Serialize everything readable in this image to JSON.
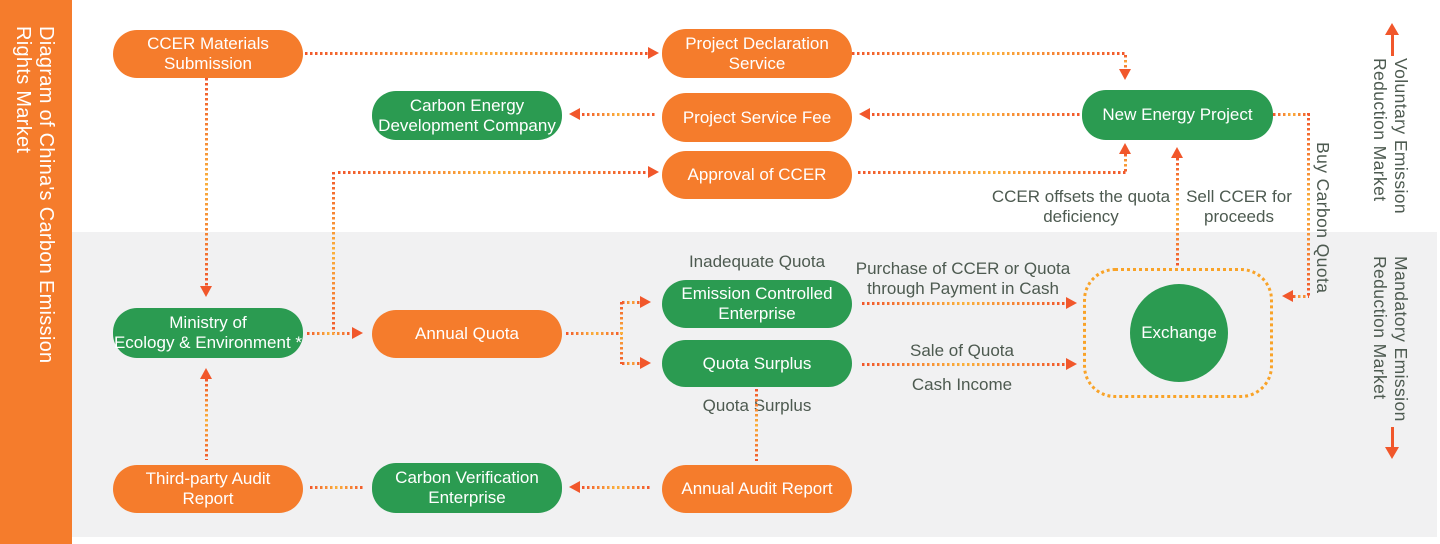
{
  "title": "Diagram of China's Carbon Emission\nRights Market",
  "markets": {
    "voluntary": "Voluntary Emission\nReduction Market",
    "mandatory": "Mandatory Emission\nReduction Market"
  },
  "nodes": {
    "ccer_materials": "CCER Materials\nSubmission",
    "project_declaration": "Project Declaration\nService",
    "carbon_energy": "Carbon Energy\nDevelopment Company",
    "project_service_fee": "Project Service Fee",
    "approval_ccer": "Approval of CCER",
    "new_energy": "New Energy Project",
    "ministry": "Ministry of\nEcology & Environment *",
    "annual_quota": "Annual Quota",
    "emission_controlled": "Emission Controlled\nEnterprise",
    "quota_surplus": "Quota Surplus",
    "third_party": "Third-party Audit\nReport",
    "carbon_verification": "Carbon Verification\nEnterprise",
    "annual_audit": "Annual Audit Report",
    "exchange": "Exchange"
  },
  "labels": {
    "inadequate_quota": "Inadequate Quota",
    "quota_surplus": "Quota Surplus",
    "purchase": "Purchase of CCER or Quota\nthrough Payment in Cash",
    "sale_of_quota": "Sale of Quota",
    "cash_income": "Cash Income",
    "ccer_offsets": "CCER offsets the quota\ndeficiency",
    "sell_ccer": "Sell CCER for\nproceeds",
    "buy_carbon_quota": "Buy Carbon Quota"
  },
  "colors": {
    "orange": "#F57C2C",
    "green": "#2B9B51",
    "arrow": "#F1572B",
    "dotred": "#F1572B",
    "dotyellow": "#FBB03B",
    "panel": "#F1F1F2",
    "labeltext": "#4D5A50"
  }
}
